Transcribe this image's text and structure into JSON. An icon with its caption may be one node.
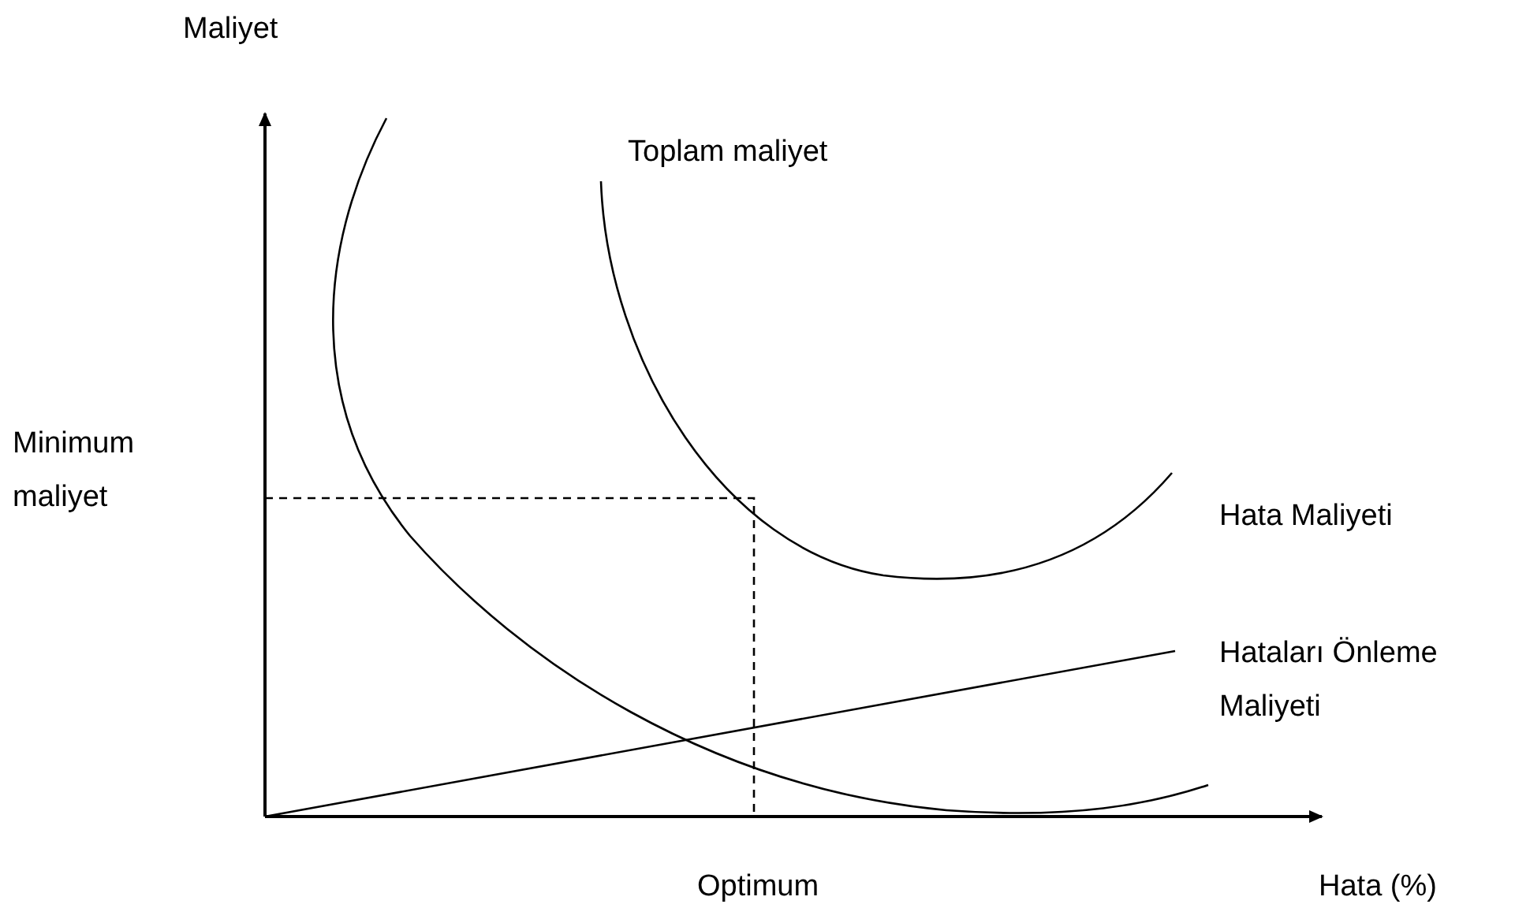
{
  "diagram": {
    "labels": [
      "Maliyet",
      "Toplam maliyet",
      "Minimum maliyet",
      "Hata Maliyeti",
      "Hataları Önleme Maliyeti",
      "Optimum",
      "Hata (%)"
    ]
  }
}
